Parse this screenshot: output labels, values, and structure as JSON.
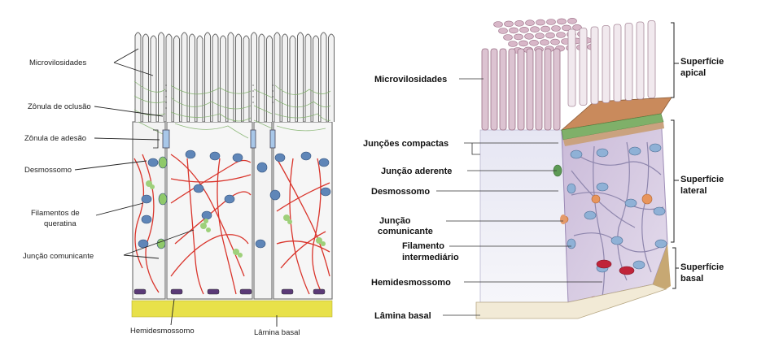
{
  "left_diagram": {
    "labels": {
      "microvilli": "Microvilosidades",
      "tight_junction": "Zônula de oclusão",
      "adherens_junction": "Zônula de adesão",
      "desmosome": "Desmossomo",
      "keratin_1": "Filamentos de",
      "keratin_2": "queratina",
      "gap_junction": "Junção comunicante",
      "hemidesmosome": "Hemidesmossomo",
      "basal_lamina": "Lâmina basal"
    }
  },
  "right_diagram": {
    "labels": {
      "microvilli": "Microvilosidades",
      "tight_junctions": "Junções compactas",
      "adherens_junction": "Junção aderente",
      "desmosome": "Desmossomo",
      "gap_junction_1": "Junção",
      "gap_junction_2": "comunicante",
      "intermediate_filament_1": "Filamento",
      "intermediate_filament_2": "intermediário",
      "hemidesmosome": "Hemidesmossomo",
      "basal_lamina": "Lâmina basal"
    },
    "surfaces": {
      "apical_1": "Superfície",
      "apical_2": "apical",
      "lateral_1": "Superfície",
      "lateral_2": "lateral",
      "basal_1": "Superfície",
      "basal_2": "basal"
    }
  },
  "colors": {
    "keratin": "#d9342b",
    "desmosome": "#5f86b8",
    "gap_junction": "#8fc96a",
    "basal_lamina": "#e8e14a",
    "microvilli_right": "#c9a3b8",
    "green_band": "#7fb069"
  }
}
